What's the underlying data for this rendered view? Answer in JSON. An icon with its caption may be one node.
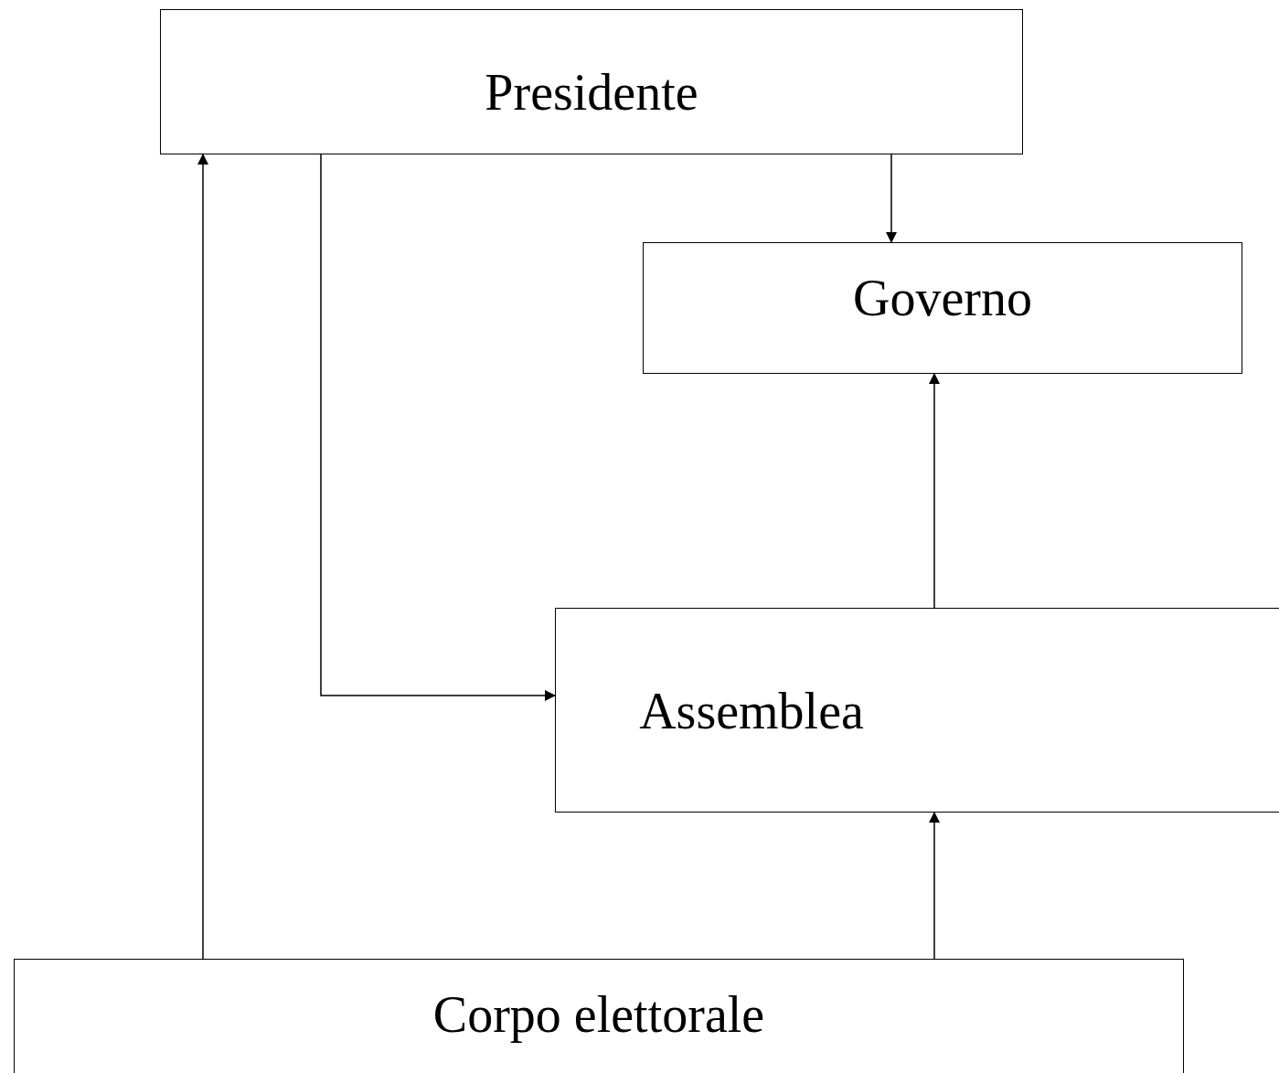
{
  "diagram": {
    "nodes": [
      {
        "text": [
          "Presidente"
        ]
      },
      {
        "text": [
          "Governo"
        ]
      },
      {
        "text": [
          "Assemblea"
        ]
      },
      {
        "text": [
          "Corpo elettorale"
        ]
      }
    ],
    "edges": [
      {
        "from": 0,
        "to": 1,
        "arrow": "to"
      },
      {
        "from": 0,
        "to": 2,
        "arrow": "to"
      },
      {
        "from": 2,
        "to": 1,
        "arrow": "to"
      },
      {
        "from": 3,
        "to": 2,
        "arrow": "to"
      },
      {
        "from": 3,
        "to": 0,
        "arrow": "to"
      }
    ]
  }
}
